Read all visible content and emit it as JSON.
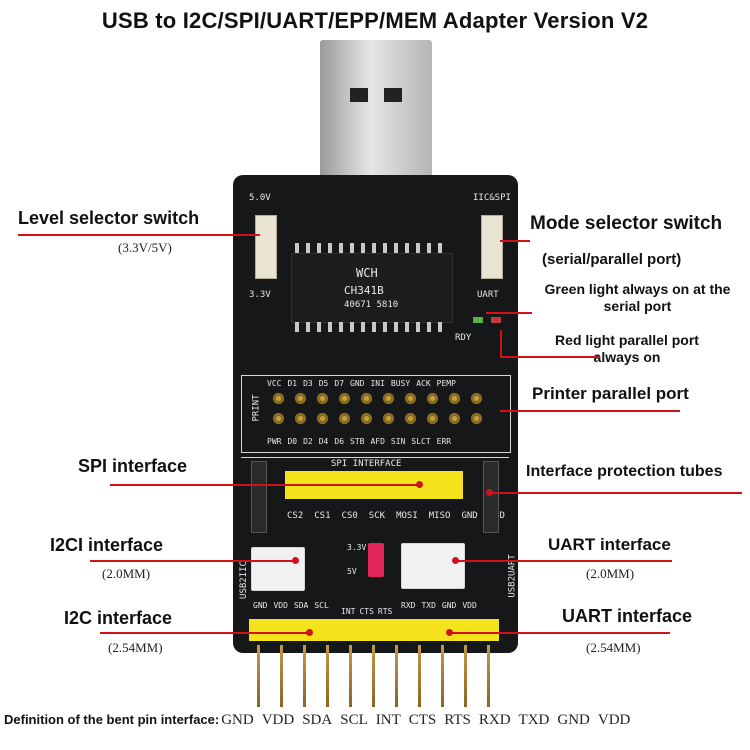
{
  "title": "USB to I2C/SPI/UART/EPP/MEM Adapter Version V2",
  "callouts": {
    "level_switch": "Level selector switch",
    "level_switch_sub": "(3.3V/5V)",
    "mode_switch": "Mode selector switch",
    "mode_switch_sub": "(serial/parallel port)",
    "green_light": "Green light always on at the serial port",
    "red_light": "Red light parallel port always on",
    "printer_port": "Printer parallel port",
    "spi_interface": "SPI interface",
    "protection_tubes": "Interface protection tubes",
    "i2c1_interface": "I2CI interface",
    "i2c1_sub": "(2.0MM)",
    "uart_interface_top": "UART interface",
    "uart_top_sub": "(2.0MM)",
    "i2c_interface": "I2C interface",
    "i2c_sub": "(2.54MM)",
    "uart_interface_bottom": "UART interface",
    "uart_bottom_sub": "(2.54MM)"
  },
  "pin_definition": {
    "label": "Definition of the bent pin interface:",
    "pins": [
      "GND",
      "VDD",
      "SDA",
      "SCL",
      "INT",
      "CTS",
      "RTS",
      "RXD",
      "TXD",
      "GND",
      "VDD"
    ]
  },
  "board_silkscreen": {
    "v50": "5.0V",
    "v33": "3.3V",
    "iic_spi": "IIC&SPI",
    "uart": "UART",
    "rdy": "RDY",
    "chip_brand": "WCH",
    "chip_model": "CH341B",
    "chip_code": "40671 5810",
    "print": "PRINT",
    "print_top": [
      "VCC",
      "D1",
      "D3",
      "D5",
      "D7",
      "GND",
      "INI",
      "BUSY",
      "ACK",
      "PEMP"
    ],
    "print_bottom": [
      "PWR",
      "D0",
      "D2",
      "D4",
      "D6",
      "STB",
      "AFD",
      "SIN",
      "SLCT",
      "ERR"
    ],
    "spi_header": "SPI INTERFACE",
    "spi_pins": [
      "CS2",
      "CS1",
      "CS0",
      "SCK",
      "MOSI",
      "MISO",
      "GND",
      "VDD"
    ],
    "usb2iic": "USB2IIC",
    "usb2uart": "USB2UART",
    "i2c_small": [
      "GND",
      "VDD",
      "SDA",
      "SCL"
    ],
    "uart_small": [
      "RXD",
      "TXD",
      "GND",
      "VDD"
    ],
    "mid_pins": [
      "INT",
      "CTS",
      "RTS"
    ],
    "jumper_3v3": "3.3V",
    "jumper_5v": "5V"
  },
  "colors": {
    "leader": "#d0121b",
    "board": "#151718",
    "header_yellow": "#f4e21c",
    "pad_gold": "#c6a040"
  }
}
